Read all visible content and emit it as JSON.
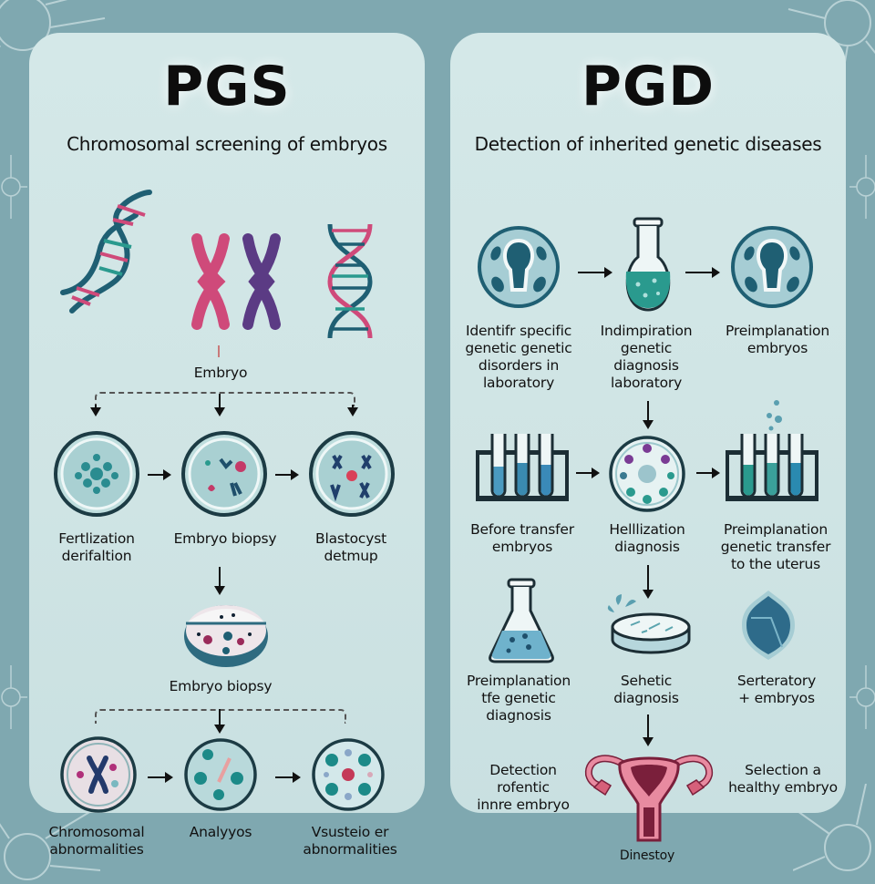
{
  "colors": {
    "background": "#7fa8b0",
    "panel": "#d2e6e6",
    "teal_dark": "#1f5f73",
    "teal": "#2a9a8e",
    "pink": "#cf4a7a",
    "purple": "#5b3b84",
    "uterus_pink": "#e88aa0",
    "uterus_dark": "#7a1f3b"
  },
  "pgs": {
    "title": "PGS",
    "subtitle": "Chromosomal screening of embryos",
    "top_icons": [
      "dna-helix-icon",
      "chromosome-pair-icon",
      "dna-helix-icon"
    ],
    "embryo_label": "Embryo",
    "row1": [
      {
        "label": "Fertlization\nderifaltion",
        "icon": "cell-cluster-icon"
      },
      {
        "label": "Embryo biopsy",
        "icon": "cell-fragments-icon"
      },
      {
        "label": "Blastocyst\ndetmup",
        "icon": "cell-chromosomes-icon"
      }
    ],
    "middle": {
      "label": "Embryo biopsy",
      "icon": "petri-dish-icon"
    },
    "row2": [
      {
        "label": "Chromosomal\nabnormalities",
        "icon": "chromosome-cell-icon"
      },
      {
        "label": "Analyyos",
        "icon": "cell-dots-icon"
      },
      {
        "label": "Vsusteio er\nabnormalities",
        "icon": "cell-ring-icon"
      }
    ]
  },
  "pgd": {
    "title": "PGD",
    "subtitle": "Detection of inherited genetic diseases",
    "row1": [
      {
        "label": "Identifr specific\ngenetic genetic\ndisorders in\nlaboratory",
        "icon": "cell-nucleus-icon"
      },
      {
        "label": "Indimpiration\ngenetic\ndiagnosis\nlaboratory",
        "icon": "flask-icon"
      },
      {
        "label": "Preimplanation\nembryos",
        "icon": "cell-nucleus-icon"
      }
    ],
    "row2": [
      {
        "label": "Before transfer\nembryos",
        "icon": "test-tube-rack-icon"
      },
      {
        "label": "Helllization\ndiagnosis",
        "icon": "cell-dots-icon"
      },
      {
        "label": "Preimplanation\ngenetic transfer\nto the uterus",
        "icon": "test-tube-rack-icon"
      }
    ],
    "row3": [
      {
        "label": "Preimplanation\ntfe genetic\ndiagnosis",
        "icon": "erlenmeyer-flask-icon"
      },
      {
        "label": "Sehetic\ndiagnosis",
        "icon": "petri-dish-icon"
      },
      {
        "label": "Serteratory\n+ embryos",
        "icon": "embryo-crystal-icon"
      }
    ],
    "bottom": {
      "left_label": "Detection\nrofentic\ninnre embryo",
      "center_icon": "uterus-icon",
      "center_label": "Dinestoy",
      "right_label": "Selection a\nhealthy embryo"
    }
  }
}
